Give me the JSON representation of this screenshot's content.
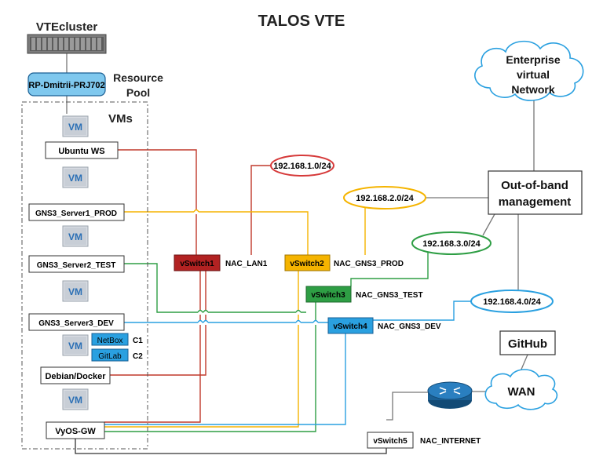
{
  "title": "TALOS VTE",
  "cluster": {
    "label": "VTEcluster"
  },
  "resource_pool": {
    "name": "RP-Dmitrii-PRJ702",
    "label_line1": "Resource",
    "label_line2": "Pool"
  },
  "vms_label": "VMs",
  "vm_icon_label": "VM",
  "vms": [
    {
      "name": "Ubuntu WS"
    },
    {
      "name": "GNS3_Server1_PROD"
    },
    {
      "name": "GNS3_Server2_TEST"
    },
    {
      "name": "GNS3_Server3_DEV"
    },
    {
      "name": "Debian/Docker"
    },
    {
      "name": "VyOS-GW"
    }
  ],
  "containers": [
    {
      "name": "NetBox",
      "tag": "C1"
    },
    {
      "name": "GitLab",
      "tag": "C2"
    }
  ],
  "vswitches": [
    {
      "name": "vSwitch1",
      "nac": "NAC_LAN1",
      "color": "#b22222"
    },
    {
      "name": "vSwitch2",
      "nac": "NAC_GNS3_PROD",
      "color": "#f5b400"
    },
    {
      "name": "vSwitch3",
      "nac": "NAC_GNS3_TEST",
      "color": "#2e9e44"
    },
    {
      "name": "vSwitch4",
      "nac": "NAC_GNS3_DEV",
      "color": "#2aa0e0"
    },
    {
      "name": "vSwitch5",
      "nac": "NAC_INTERNET",
      "color": "#ffffff"
    }
  ],
  "subnets": [
    {
      "cidr": "192.168.1.0/24",
      "color": "#d63a3a"
    },
    {
      "cidr": "192.168.2.0/24",
      "color": "#f5b400"
    },
    {
      "cidr": "192.168.3.0/24",
      "color": "#2e9e44"
    },
    {
      "cidr": "192.168.4.0/24",
      "color": "#2aa0e0"
    }
  ],
  "enterprise_cloud": {
    "line1": "Enterprise",
    "line2": "virtual",
    "line3": "Network"
  },
  "oob": {
    "line1": "Out-of-band",
    "line2": "management"
  },
  "github": "GitHub",
  "wan": "WAN",
  "router_icon": "router-icon",
  "colors": {
    "red": "#c0392b",
    "yellow": "#f5b400",
    "green": "#2e9e44",
    "blue": "#2aa0e0",
    "pool_fill": "#7fc8ee",
    "container_fill": "#2aa0e0",
    "router_fill": "#1a5f94",
    "gray_line": "#777777"
  }
}
